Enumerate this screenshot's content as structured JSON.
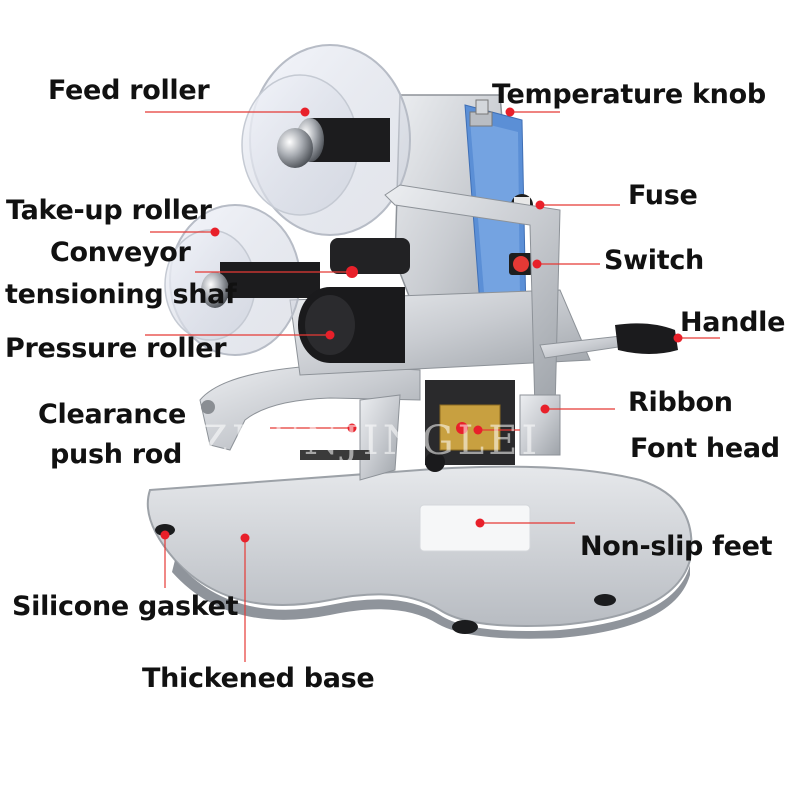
{
  "diagram": {
    "colors": {
      "leader_line": "#e53935",
      "dot": "#e8202a",
      "label_text": "#111111",
      "machine_metal": "#c9ccd1",
      "panel_blue": "#5b8fd6",
      "brass": "#c8a040"
    },
    "labels": {
      "feed_roller": "Feed roller",
      "temperature_knob": "Temperature knob",
      "take_up_roller": "Take-up roller",
      "fuse": "Fuse",
      "conveyor": "Conveyor",
      "tensioning_shaft": "tensioning shaf",
      "switch": "Switch",
      "pressure_roller": "Pressure roller",
      "handle": "Handle",
      "clearance": "Clearance",
      "push_rod": "push rod",
      "ribbon": "Ribbon",
      "font_head": "Font head",
      "non_slip_feet": "Non-slip feet",
      "silicone_gasket": "Silicone gasket",
      "thickened_base": "Thickened base"
    },
    "watermark": "ZHENJINGLEI"
  }
}
